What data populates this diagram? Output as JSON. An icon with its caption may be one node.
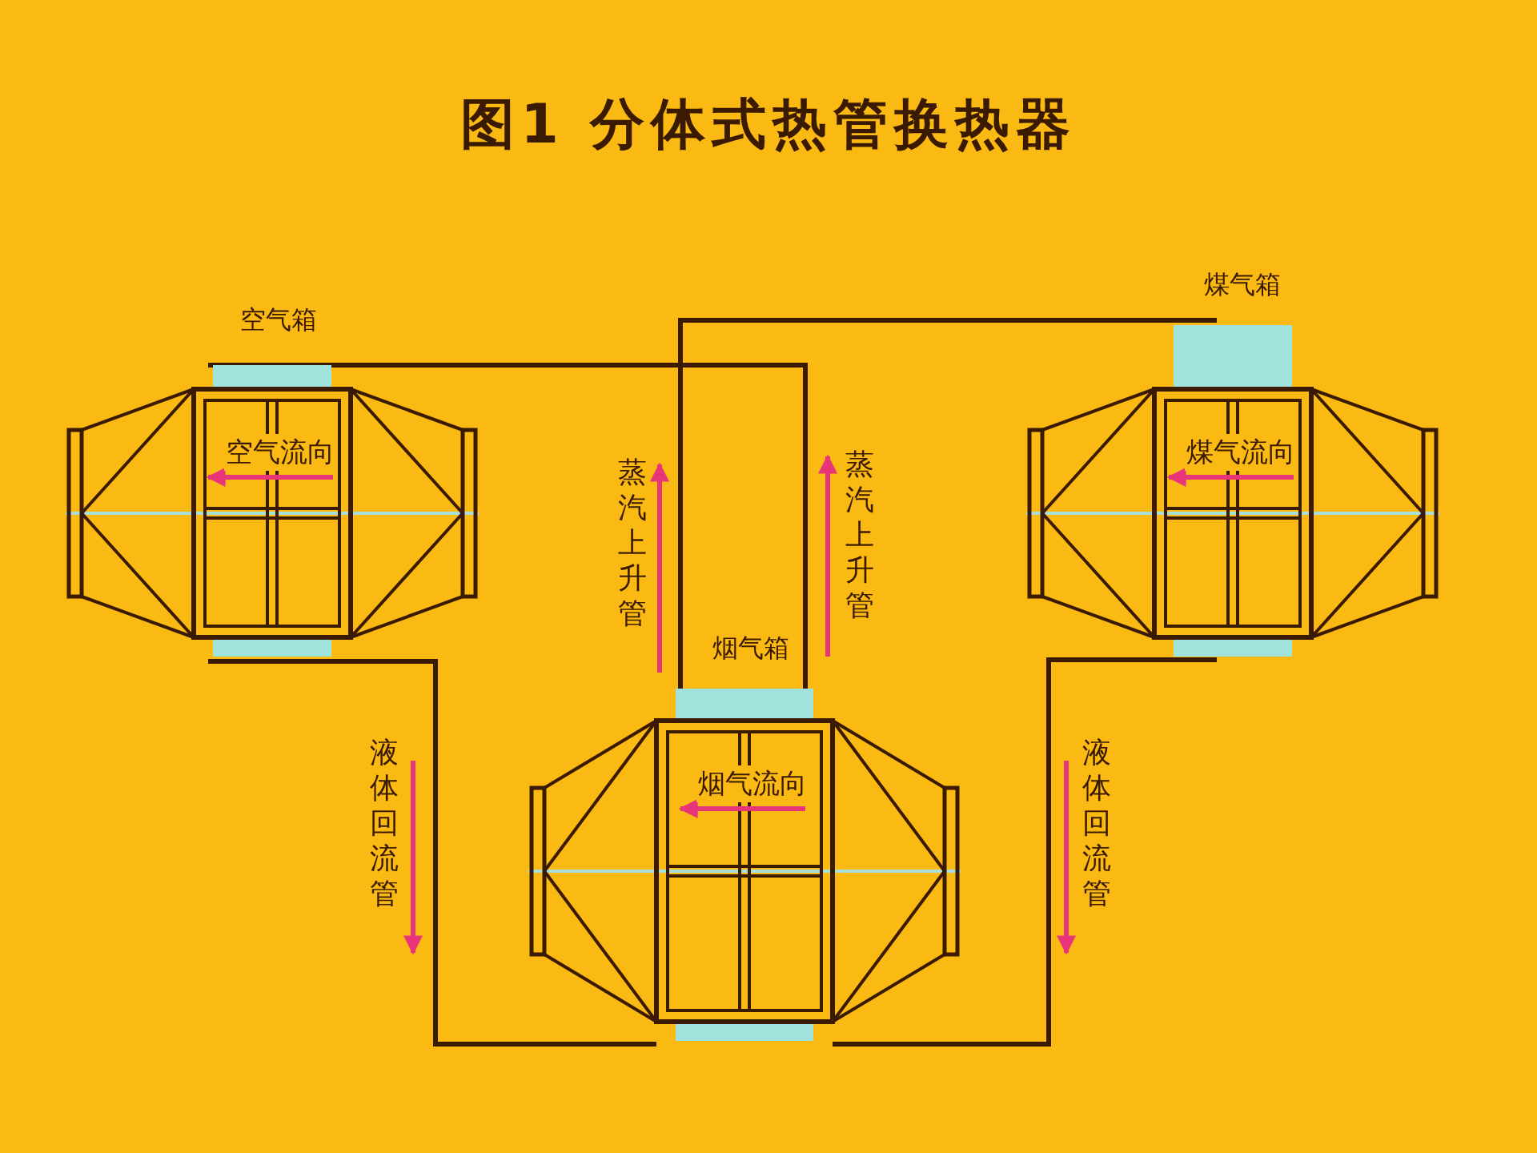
{
  "diagram": {
    "title": "图1  分体式热管换热器",
    "nodes": [
      {
        "text": [
          "空气箱",
          "空气流向"
        ]
      },
      {
        "text": [
          "烟气箱",
          "烟气流向"
        ]
      },
      {
        "text": [
          "煤气箱",
          "煤气流向"
        ]
      }
    ],
    "edges": [
      {
        "from": 1,
        "to": 2,
        "arrow": "none"
      },
      {
        "from": 1,
        "to": 0,
        "arrow": "none"
      },
      {
        "from": 0,
        "to": 1,
        "arrow": "none"
      },
      {
        "from": 2,
        "to": 1,
        "arrow": "none"
      }
    ],
    "labels": [
      "蒸汽上升管",
      "蒸汽上升管",
      "液体回流管",
      "液体回流管"
    ]
  }
}
